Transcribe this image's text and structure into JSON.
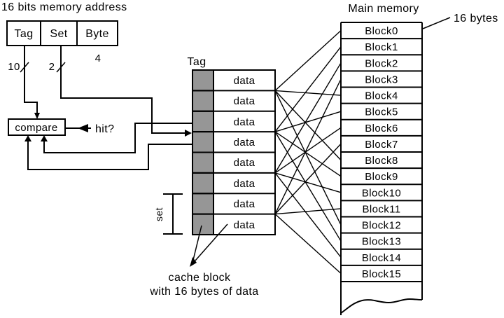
{
  "page_title": "16 bits memory address",
  "address": {
    "fields": [
      {
        "label": "Tag",
        "bits": "10"
      },
      {
        "label": "Set",
        "bits": "2"
      },
      {
        "label": "Byte",
        "bits": "4"
      }
    ]
  },
  "compare": {
    "label": "compare",
    "output": "hit?"
  },
  "cache": {
    "header": "Tag",
    "data_label": "data",
    "set_label": "set",
    "caption_line1": "cache block",
    "caption_line2": "with 16 bytes of data"
  },
  "memory": {
    "title": "Main memory",
    "size_label": "16 bytes",
    "blocks": [
      "Block0",
      "Block1",
      "Block2",
      "Block3",
      "Block4",
      "Block5",
      "Block6",
      "Block7",
      "Block8",
      "Block9",
      "Block10",
      "Block11",
      "Block12",
      "Block13",
      "Block14",
      "Block15"
    ]
  },
  "colors": {
    "line": "#000000",
    "tag_fill": "#969696",
    "background": "#ffffff"
  }
}
